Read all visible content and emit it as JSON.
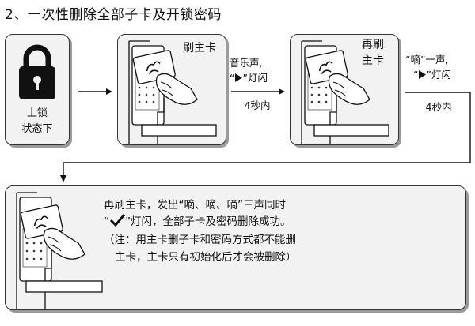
{
  "title": "2、一次性删除全部子卡及开锁密码",
  "steps": {
    "s1": {
      "icon": "padlock-icon",
      "label_line1": "上锁",
      "label_line2": "状态下"
    },
    "s2": {
      "label": "刷主卡"
    },
    "s3": {
      "label_line1": "再刷",
      "label_line2": "主卡"
    }
  },
  "arrows": {
    "a2": {
      "line1": "音乐声,",
      "line2_open": "“",
      "line2_close": "”灯闪",
      "line2_icon": "triangle-light-icon",
      "time": "4秒内"
    },
    "a3": {
      "line1": "“嘀”一声,",
      "line2_open": "“",
      "line2_close": "”灯闪",
      "line2_icon": "triangle-light-icon",
      "time": "4秒内"
    }
  },
  "result": {
    "line1": "再刷主卡，发出“嘀、嘀、嘀”三声同时",
    "line2_open": "“",
    "line2_icon": "checkmark-icon",
    "line2_close": "”灯闪，全部子卡及密码删除成功。",
    "line3": "（注：用主卡删子卡和密码方式都不能删",
    "line4": "主卡，主卡只有初始化后才会被删除）"
  },
  "colors": {
    "panel_bg": "#f2f2f2",
    "stroke": "#222222",
    "shadow": "#9a9a9a"
  }
}
